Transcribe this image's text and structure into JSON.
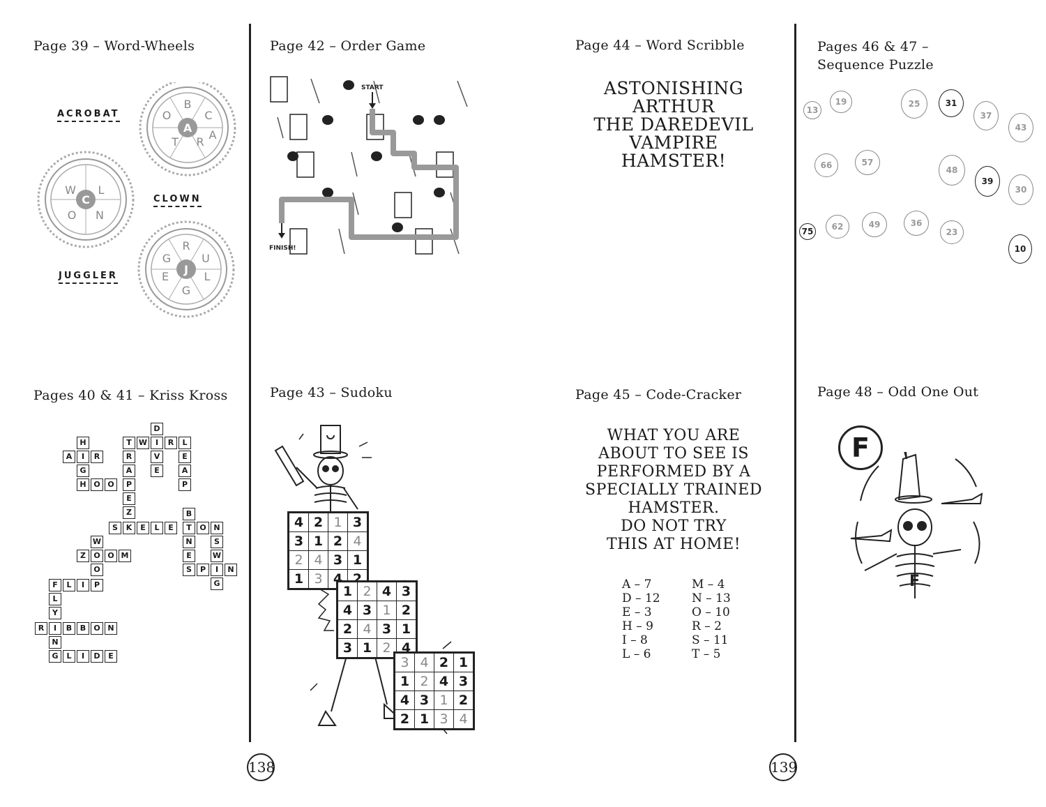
{
  "headings": {
    "p39": "Page 39 – Word-Wheels",
    "p42": "Page 42 – Order Game",
    "p44": "Page 44 – Word Scribble",
    "p46_47_line1": "Pages 46 & 47 –",
    "p46_47_line2": "Sequence Puzzle",
    "p40_41": "Pages 40 & 41 – Kriss Kross",
    "p43": "Page 43 – Sudoku",
    "p45": "Page 45 – Code-Cracker",
    "p48": "Page 48 – Odd One Out"
  },
  "word_wheels": {
    "acrobat": "ACROBAT",
    "clown": "CLOWN",
    "juggler": "JUGGLER",
    "wheel1": {
      "center": "A",
      "letters": [
        "O",
        "B",
        "C",
        "T",
        "R",
        "A"
      ]
    },
    "wheel2": {
      "center": "C",
      "letters": [
        "W",
        "L",
        "O",
        "N"
      ]
    },
    "wheel3": {
      "center": "J",
      "letters": [
        "G",
        "R",
        "U",
        "E",
        "G",
        "L"
      ]
    }
  },
  "order_game": {
    "start": "START",
    "finish": "FINISH!"
  },
  "word_scribble": {
    "lines": [
      "ASTONISHING",
      "ARTHUR",
      "THE DAREDEVIL",
      "VAMPIRE HAMSTER!"
    ]
  },
  "code_cracker": {
    "lines": [
      "WHAT YOU ARE",
      "ABOUT TO SEE IS",
      "PERFORMED BY A",
      "SPECIALLY TRAINED",
      "HAMSTER.",
      "DO NOT TRY",
      "THIS AT HOME!"
    ],
    "codes_left": [
      "A – 7",
      "D – 12",
      "E – 3",
      "H – 9",
      "I – 8",
      "L – 6"
    ],
    "codes_right": [
      "M – 4",
      "N – 13",
      "O – 10",
      "R – 2",
      "S – 11",
      "T – 5"
    ]
  },
  "sequence": {
    "numbers": [
      "13",
      "19",
      "25",
      "31",
      "37",
      "43",
      "66",
      "57",
      "48",
      "39",
      "30",
      "75",
      "62",
      "49",
      "36",
      "23",
      "10"
    ]
  },
  "sudoku": {
    "grid1": [
      [
        "4",
        "2",
        "1",
        "3"
      ],
      [
        "3",
        "1",
        "2",
        "4"
      ],
      [
        "2",
        "4",
        "3",
        "1"
      ],
      [
        "1",
        "3",
        "4",
        "2"
      ]
    ],
    "grid2": [
      [
        "1",
        "2",
        "4",
        "3"
      ],
      [
        "4",
        "3",
        "1",
        "2"
      ],
      [
        "2",
        "4",
        "3",
        "1"
      ],
      [
        "3",
        "1",
        "2",
        "4"
      ]
    ],
    "grid3": [
      [
        "3",
        "4",
        "2",
        "1"
      ],
      [
        "1",
        "2",
        "4",
        "3"
      ],
      [
        "4",
        "3",
        "1",
        "2"
      ],
      [
        "2",
        "1",
        "3",
        "4"
      ]
    ]
  },
  "odd_one_out": {
    "answer": "F"
  },
  "page_numbers": {
    "left": "138",
    "right": "139"
  }
}
